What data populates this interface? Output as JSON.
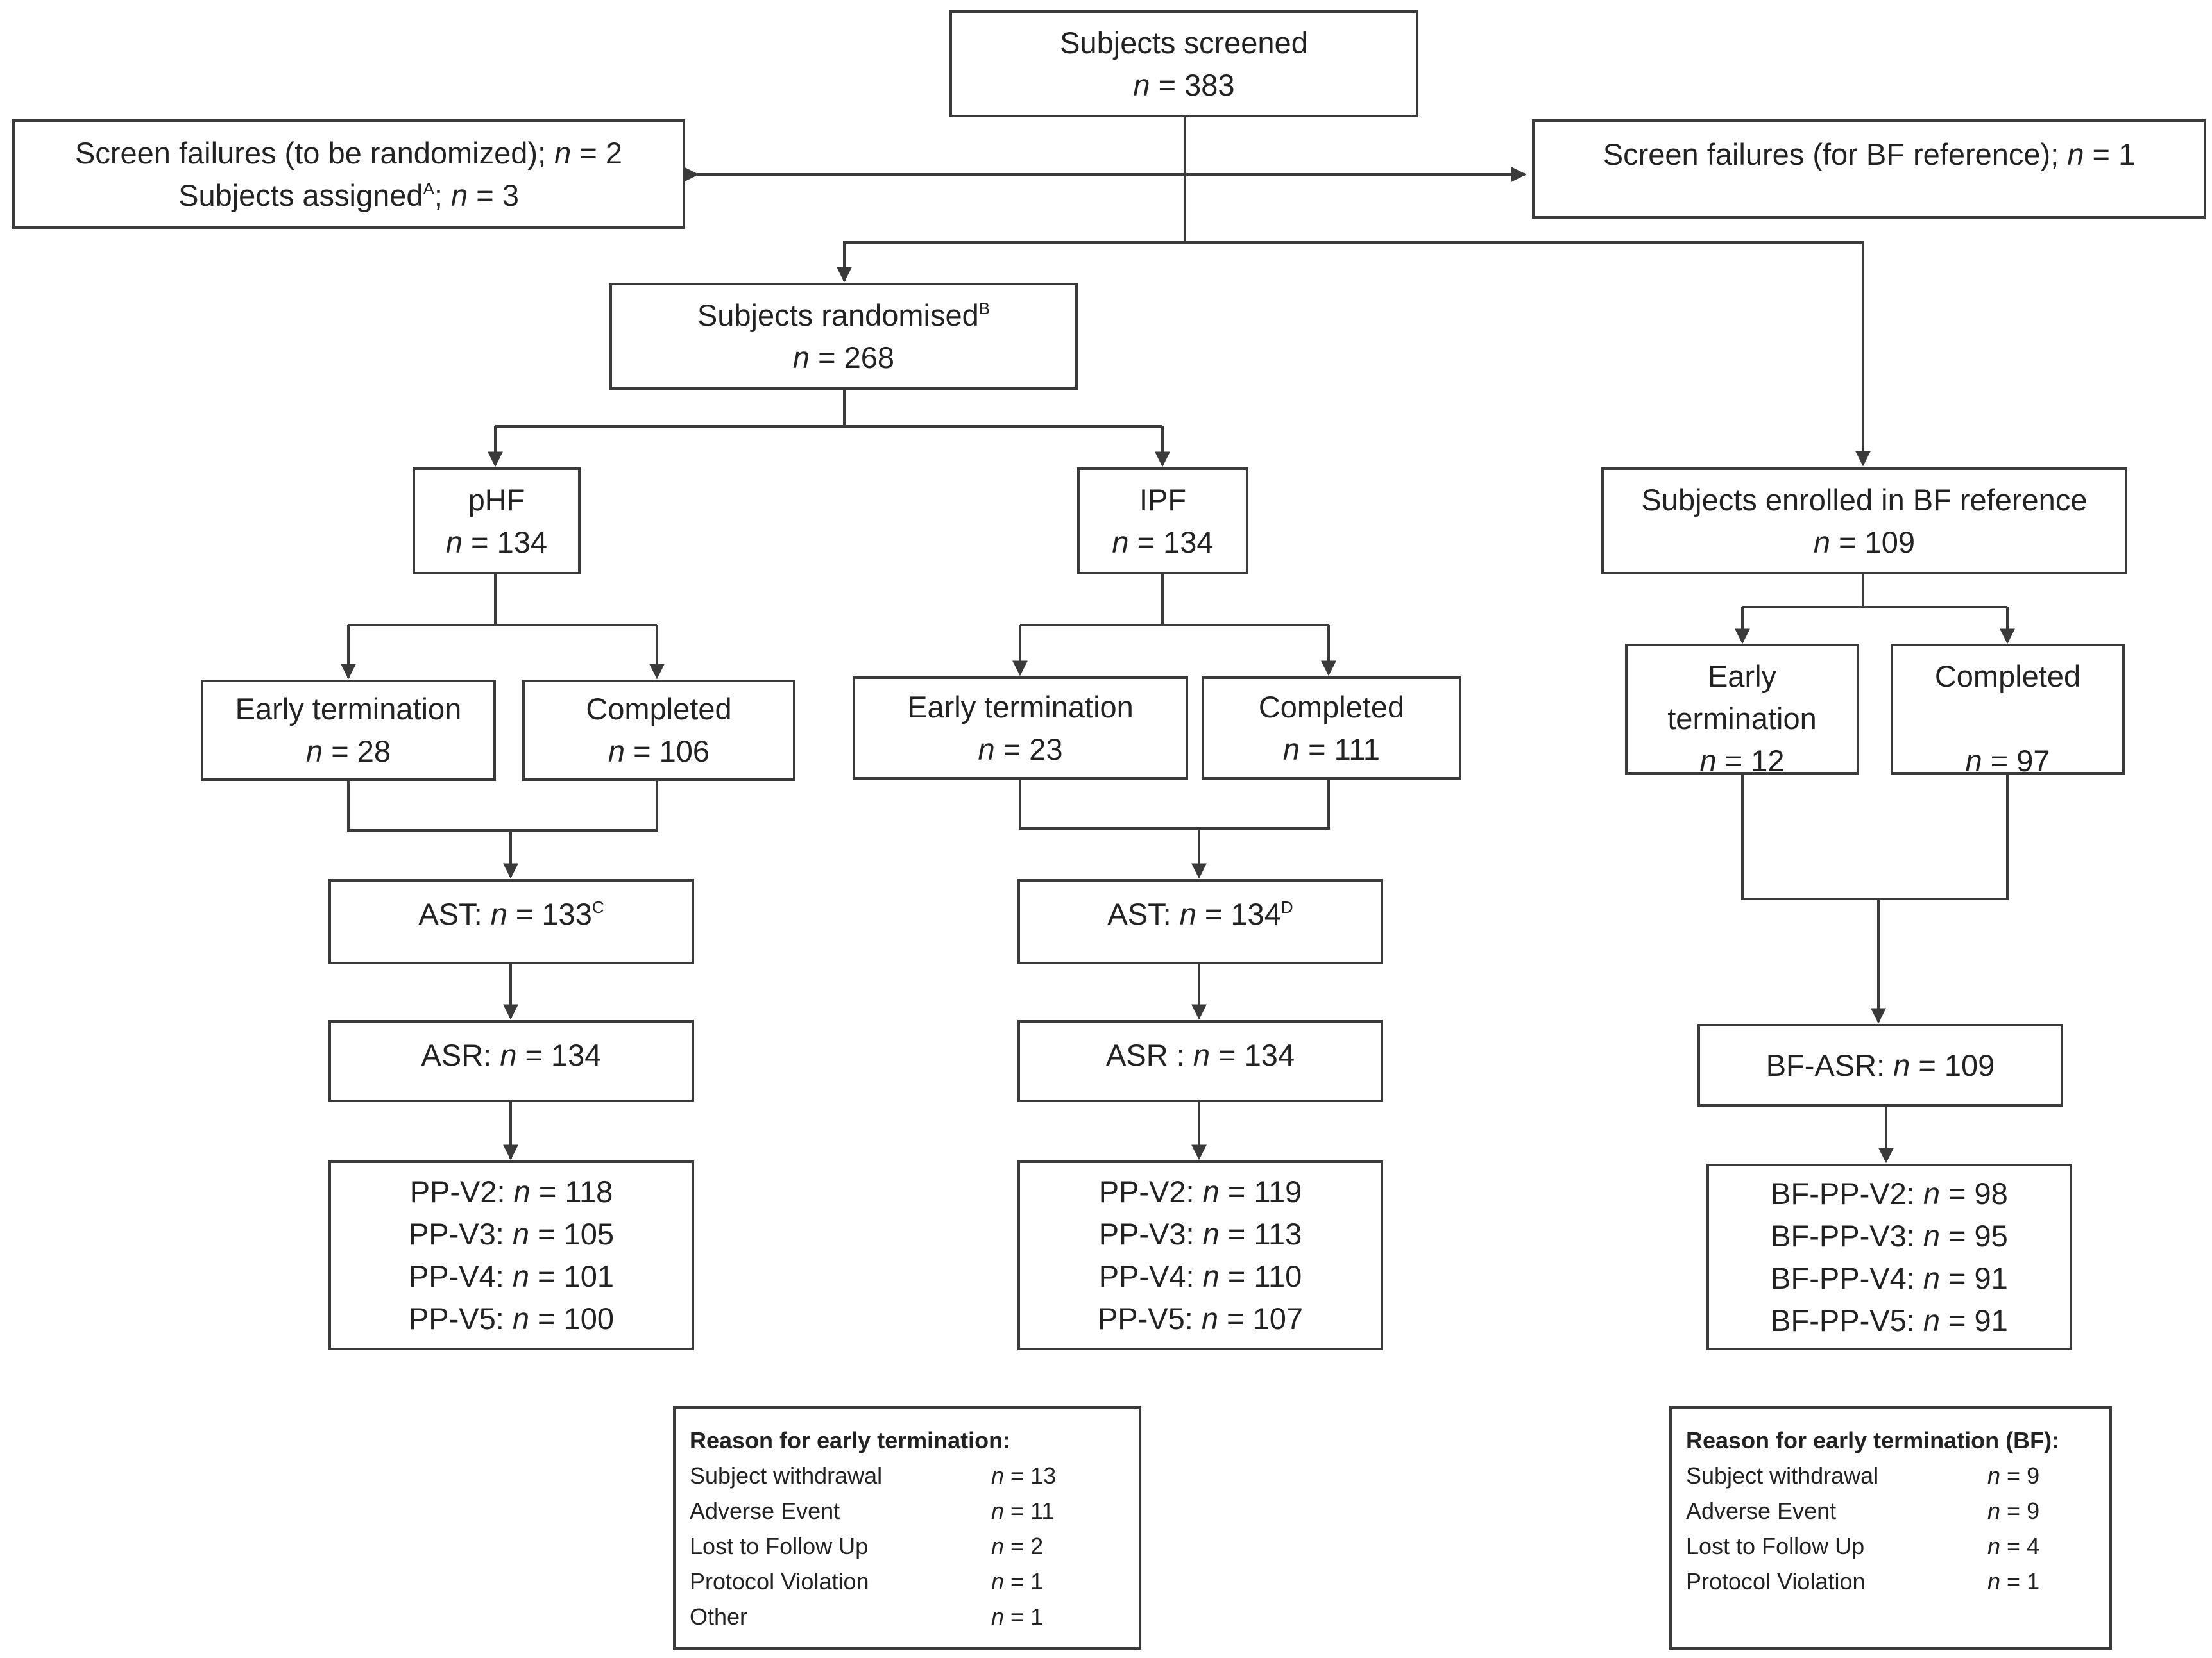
{
  "nodes": {
    "screened": {
      "label": "Subjects screened",
      "n": "383"
    },
    "screen_fail_rand": {
      "line1_label": "Screen failures (to be randomized);",
      "line1_n": "2",
      "line2_label": "Subjects assigned",
      "line2_sup": "A",
      "line2_n": "3"
    },
    "screen_fail_bf": {
      "label": "Screen failures (for BF reference);",
      "n": "1"
    },
    "randomised": {
      "label": "Subjects randomised",
      "sup": "B",
      "n": "268"
    },
    "phf": {
      "label": "pHF",
      "n": "134"
    },
    "ipf": {
      "label": "IPF",
      "n": "134"
    },
    "bf_enrolled": {
      "label": "Subjects enrolled in BF reference",
      "n": "109"
    },
    "phf_early": {
      "label": "Early termination",
      "n": "28"
    },
    "phf_completed": {
      "label": "Completed",
      "n": "106"
    },
    "ipf_early": {
      "label": "Early termination",
      "n": "23"
    },
    "ipf_completed": {
      "label": "Completed",
      "n": "111"
    },
    "bf_early": {
      "label_line1": "Early",
      "label_line2": "termination",
      "n": "12"
    },
    "bf_completed": {
      "label": "Completed",
      "n": "97"
    },
    "phf_ast": {
      "label": "AST:",
      "n": "133",
      "sup": "C"
    },
    "ipf_ast": {
      "label": "AST:",
      "n": "134",
      "sup": "D"
    },
    "phf_asr": {
      "label": "ASR:",
      "n": "134"
    },
    "ipf_asr": {
      "label": "ASR :",
      "n": "134"
    },
    "bf_asr": {
      "label": "BF-ASR:",
      "n": "109"
    },
    "phf_pp": [
      {
        "label": "PP-V2:",
        "n": "118"
      },
      {
        "label": "PP-V3:",
        "n": "105"
      },
      {
        "label": "PP-V4:",
        "n": "101"
      },
      {
        "label": "PP-V5:",
        "n": "100"
      }
    ],
    "ipf_pp": [
      {
        "label": "PP-V2:",
        "n": "119"
      },
      {
        "label": "PP-V3:",
        "n": "113"
      },
      {
        "label": "PP-V4:",
        "n": "110"
      },
      {
        "label": "PP-V5:",
        "n": "107"
      }
    ],
    "bf_pp": [
      {
        "label": "BF-PP-V2:",
        "n": "98"
      },
      {
        "label": "BF-PP-V3:",
        "n": "95"
      },
      {
        "label": "BF-PP-V4:",
        "n": "91"
      },
      {
        "label": "BF-PP-V5:",
        "n": "91"
      }
    ]
  },
  "n_symbol": "n",
  "equals": " = ",
  "reasons_main": {
    "title": "Reason for early termination:",
    "rows": [
      {
        "reason": "Subject withdrawal",
        "n": "13"
      },
      {
        "reason": "Adverse Event",
        "n": "11"
      },
      {
        "reason": "Lost to Follow Up",
        "n": "2"
      },
      {
        "reason": "Protocol Violation",
        "n": "1"
      },
      {
        "reason": "Other",
        "n": "1"
      }
    ]
  },
  "reasons_bf": {
    "title": "Reason for early termination (BF):",
    "rows": [
      {
        "reason": "Subject withdrawal",
        "n": "9"
      },
      {
        "reason": "Adverse Event",
        "n": "9"
      },
      {
        "reason": "Lost to Follow Up",
        "n": "4"
      },
      {
        "reason": "Protocol Violation",
        "n": "1"
      }
    ]
  },
  "colors": {
    "line": "#3a3a3a",
    "text": "#222222",
    "background": "#ffffff"
  }
}
